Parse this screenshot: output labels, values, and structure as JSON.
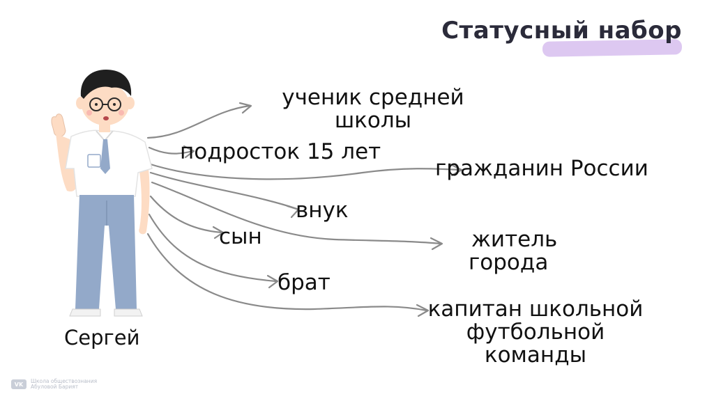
{
  "title": "Статусный набор",
  "person_name": "Сергей",
  "statuses": [
    {
      "line1": "ученик средней",
      "line2": "школы"
    },
    {
      "line1": "подросток 15 лет"
    },
    {
      "line1": "гражданин России"
    },
    {
      "line1": "внук"
    },
    {
      "line1": "сын"
    },
    {
      "line1": "житель",
      "line2": "города"
    },
    {
      "line1": "брат"
    },
    {
      "line1": "капитан школьной",
      "line2": "футбольной",
      "line3": "команды"
    }
  ],
  "footer": {
    "logo": "VK",
    "line1": "Школа обществознания",
    "line2": "Абуловой Барият"
  },
  "colors": {
    "highlight": "#d9c2ef",
    "arrow": "#8a8a8a",
    "shirt": "#ffffff",
    "pants": "#93a9c9",
    "tie": "#93a9c9",
    "skin": "#fddcc4",
    "hair": "#1f1f1f"
  }
}
